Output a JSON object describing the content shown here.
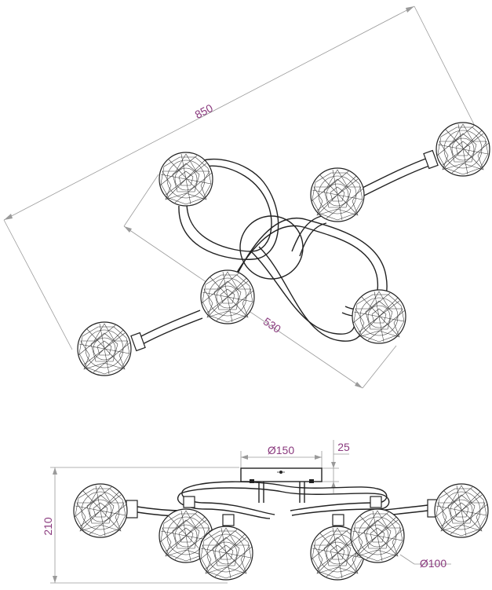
{
  "dimensions": {
    "span_overall": "850",
    "span_arms": "530",
    "canopy_diameter": "Ø150",
    "canopy_depth": "25",
    "height": "210",
    "shade_diameter": "Ø100"
  },
  "colors": {
    "dimension_text": "#8a3a7e",
    "dimension_line": "#9a9a9a",
    "ink": "#222222"
  }
}
